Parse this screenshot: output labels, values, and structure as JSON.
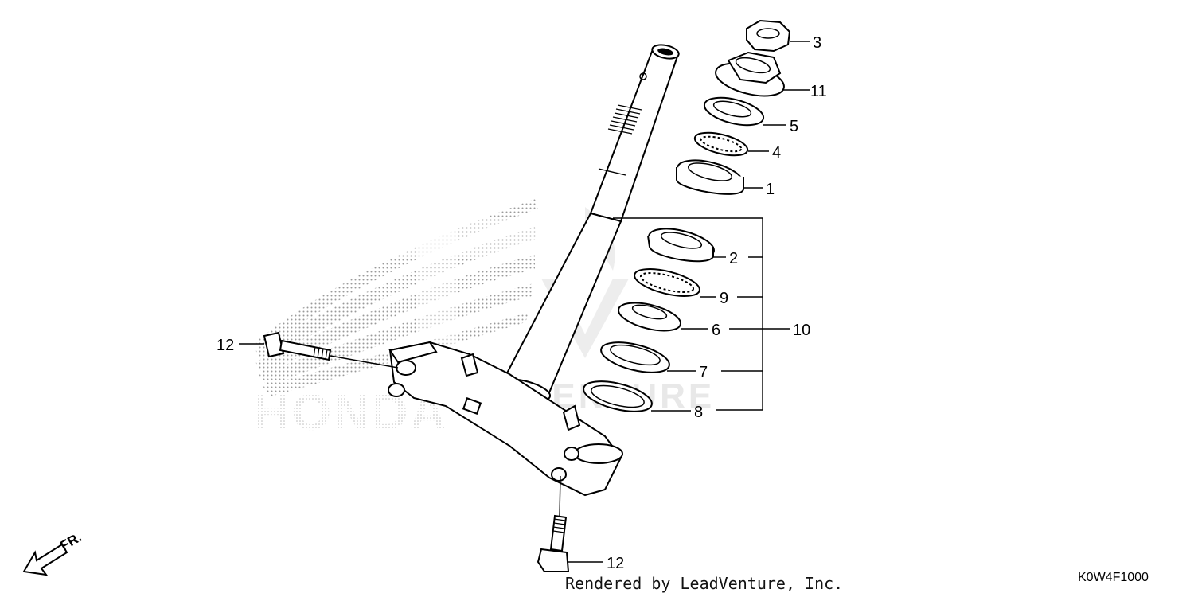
{
  "diagram": {
    "callouts": {
      "c1": "1",
      "c2": "2",
      "c3": "3",
      "c4": "4",
      "c5": "5",
      "c6": "6",
      "c7": "7",
      "c8": "8",
      "c9": "9",
      "c10": "10",
      "c11": "11",
      "c12a": "12",
      "c12b": "12"
    },
    "direction_marker": "FR.",
    "credit": "Rendered by LeadVenture, Inc.",
    "diagram_code": "K0W4F1000",
    "watermark": {
      "word": "HONDA",
      "suffix": "VENTURE"
    }
  }
}
